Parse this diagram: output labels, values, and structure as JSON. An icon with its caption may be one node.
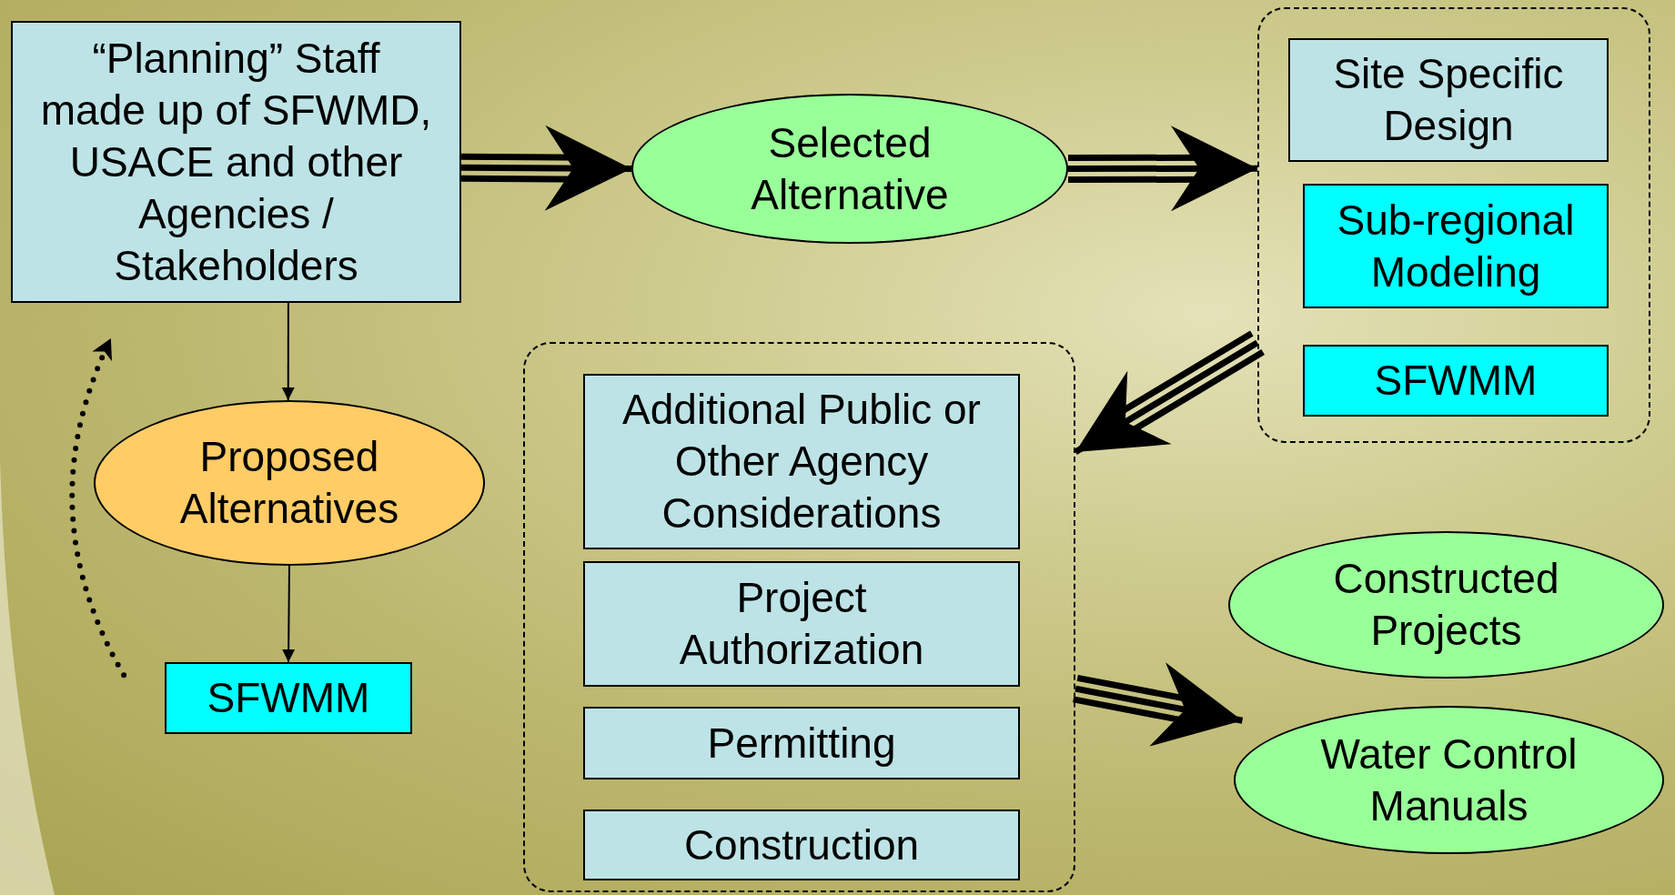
{
  "diagram": {
    "nodes": [
      {
        "text": [
          "“Planning” Staff made up of SFWMD, USACE and other Agencies / Stakeholders"
        ]
      },
      {
        "text": [
          "Selected Alternative"
        ]
      },
      {
        "text": [],
        "shape": "box"
      },
      {
        "text": [
          "Site Specific Design"
        ],
        "in": 2
      },
      {
        "text": [
          "Sub-regional Modeling"
        ],
        "in": 2
      },
      {
        "text": [
          "SFWMM"
        ],
        "in": 2
      },
      {
        "text": [
          "Proposed Alternatives"
        ]
      },
      {
        "text": [
          "SFWMM"
        ]
      },
      {
        "text": [],
        "shape": "box"
      },
      {
        "text": [
          "Additional Public or Other Agency Considerations"
        ],
        "in": 8
      },
      {
        "text": [
          "Project Authorization"
        ],
        "in": 8
      },
      {
        "text": [
          "Permitting"
        ],
        "in": 8
      },
      {
        "text": [
          "Construction"
        ],
        "in": 8
      },
      {
        "text": [
          "Constructed Projects"
        ]
      },
      {
        "text": [
          "Water Control Manuals"
        ]
      }
    ],
    "edges": [
      {
        "from": 0,
        "to": 6,
        "arrow": "to"
      },
      {
        "from": 6,
        "to": 7,
        "arrow": "to"
      },
      {
        "from": 7,
        "to": 0,
        "arrow": "to",
        "style": "dashed"
      },
      {
        "from": 0,
        "to": 1,
        "arrow": "to"
      },
      {
        "from": 1,
        "to": 2,
        "arrow": "to"
      },
      {
        "from": 2,
        "to": 8,
        "arrow": "to"
      },
      {
        "from": 8,
        "to": 14,
        "arrow": "to"
      }
    ]
  }
}
